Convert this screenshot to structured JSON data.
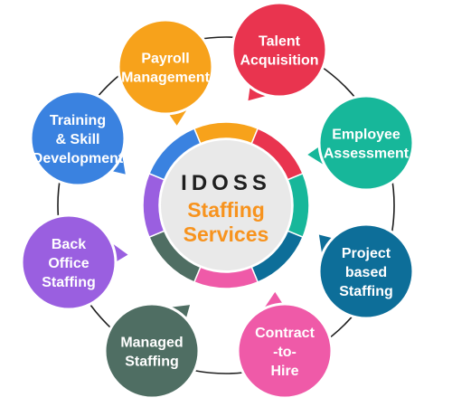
{
  "center": {
    "brand": "IDOSS",
    "title_lines": [
      "Staffing",
      "Services"
    ],
    "brand_color": "#1f1f1f",
    "title_color": "#f7931e",
    "disc_color": "#e9e9e9"
  },
  "services": [
    {
      "lines": [
        "Payroll",
        "Management"
      ],
      "color": "#f7a21b"
    },
    {
      "lines": [
        "Talent",
        "Acquisition"
      ],
      "color": "#e9344f"
    },
    {
      "lines": [
        "Employee",
        "Assessment"
      ],
      "color": "#17b79a"
    },
    {
      "lines": [
        "Project",
        "based",
        "Staffing"
      ],
      "color": "#0d6e99"
    },
    {
      "lines": [
        "Contract",
        "-to-",
        "Hire"
      ],
      "color": "#ef5aa8"
    },
    {
      "lines": [
        "Managed",
        "Staffing"
      ],
      "color": "#4f6e63"
    },
    {
      "lines": [
        "Back",
        "Office",
        "Staffing"
      ],
      "color": "#9a5fe0"
    },
    {
      "lines": [
        "Training",
        "& Skill",
        "Development"
      ],
      "color": "#3a82e0"
    }
  ]
}
